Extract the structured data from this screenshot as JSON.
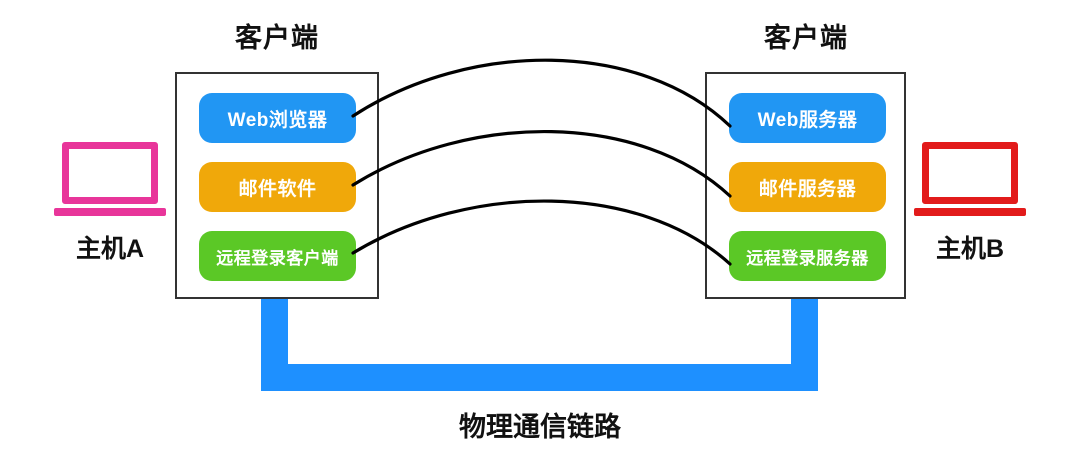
{
  "diagram": {
    "title_left": "客户端",
    "title_right": "客户端",
    "link_caption": "物理通信链路",
    "colors": {
      "blue": "#2196f3",
      "orange": "#f0a80a",
      "green": "#5bc826",
      "link_blue": "#1e90ff",
      "host_a_border": "#e8359a",
      "host_b_border": "#e21b1b",
      "box_border": "#333333",
      "arc": "#000000",
      "text": "#111111"
    }
  },
  "hosts": [
    {
      "id": "host-a",
      "caption": "主机A",
      "color": "#e8359a",
      "icon": "laptop-icon"
    },
    {
      "id": "host-b",
      "caption": "主机B",
      "color": "#e21b1b",
      "icon": "laptop-icon"
    }
  ],
  "left_stack": {
    "title": "客户端",
    "items": [
      {
        "label": "Web浏览器",
        "color": "blue"
      },
      {
        "label": "邮件软件",
        "color": "orange"
      },
      {
        "label": "远程登录客户端",
        "color": "green"
      }
    ]
  },
  "right_stack": {
    "title": "客户端",
    "items": [
      {
        "label": "Web服务器",
        "color": "blue"
      },
      {
        "label": "邮件服务器",
        "color": "orange"
      },
      {
        "label": "远程登录服务器",
        "color": "green"
      }
    ]
  },
  "connections": [
    {
      "from": "Web浏览器",
      "to": "Web服务器",
      "style": "arc"
    },
    {
      "from": "邮件软件",
      "to": "邮件服务器",
      "style": "arc"
    },
    {
      "from": "远程登录客户端",
      "to": "远程登录服务器",
      "style": "arc"
    }
  ],
  "physical_link": {
    "caption": "物理通信链路",
    "color": "#1e90ff",
    "shape": "u-bus"
  }
}
